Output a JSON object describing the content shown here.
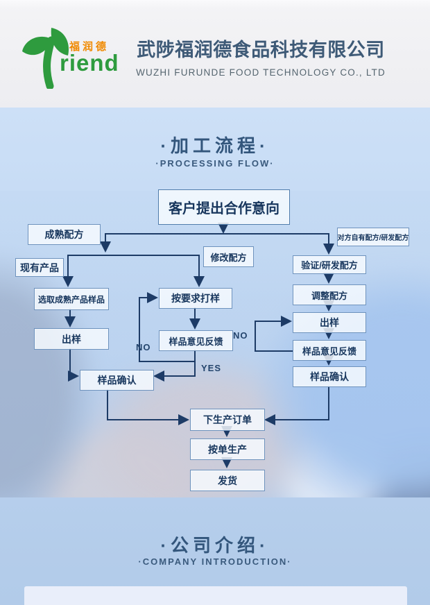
{
  "header": {
    "logo": {
      "cn": "福润德",
      "wordmark": "riend"
    },
    "company_cn": "武陟福润德食品科技有限公司",
    "company_en": "WUZHI FURUNDE FOOD TECHNOLOGY CO., LTD"
  },
  "flow_section": {
    "title_cn": "·加工流程·",
    "title_en": "·PROCESSING FLOW·"
  },
  "flow": {
    "nodes": {
      "start": "客户提出合作意向",
      "mature": "成熟配方",
      "existing": "现有产品",
      "select": "选取成熟产品样品",
      "sample_left": "出样",
      "confirm_left": "样品确认",
      "modify": "修改配方",
      "proof": "按要求打样",
      "feedback_mid": "样品意见反馈",
      "own_recipe": "对方自有配方/研发配方",
      "verify": "验证/研发配方",
      "adjust": "调整配方",
      "sample_right": "出样",
      "feedback_right": "样品意见反馈",
      "confirm_right": "样品确认",
      "order": "下生产订单",
      "produce": "按单生产",
      "ship": "发货"
    },
    "labels": {
      "no_mid": "NO",
      "yes_mid": "YES",
      "no_right": "NO"
    }
  },
  "intro_section": {
    "title_cn": "·公司介绍·",
    "title_en": "·COMPANY INTRODUCTION·"
  },
  "colors": {
    "accent_line": "#1d3b66",
    "box_border": "#6d92bd",
    "logo_green": "#2e9b3e",
    "logo_orange": "#f08900",
    "title_blue": "#33567c",
    "bg_blue": "#c3d9f3"
  }
}
